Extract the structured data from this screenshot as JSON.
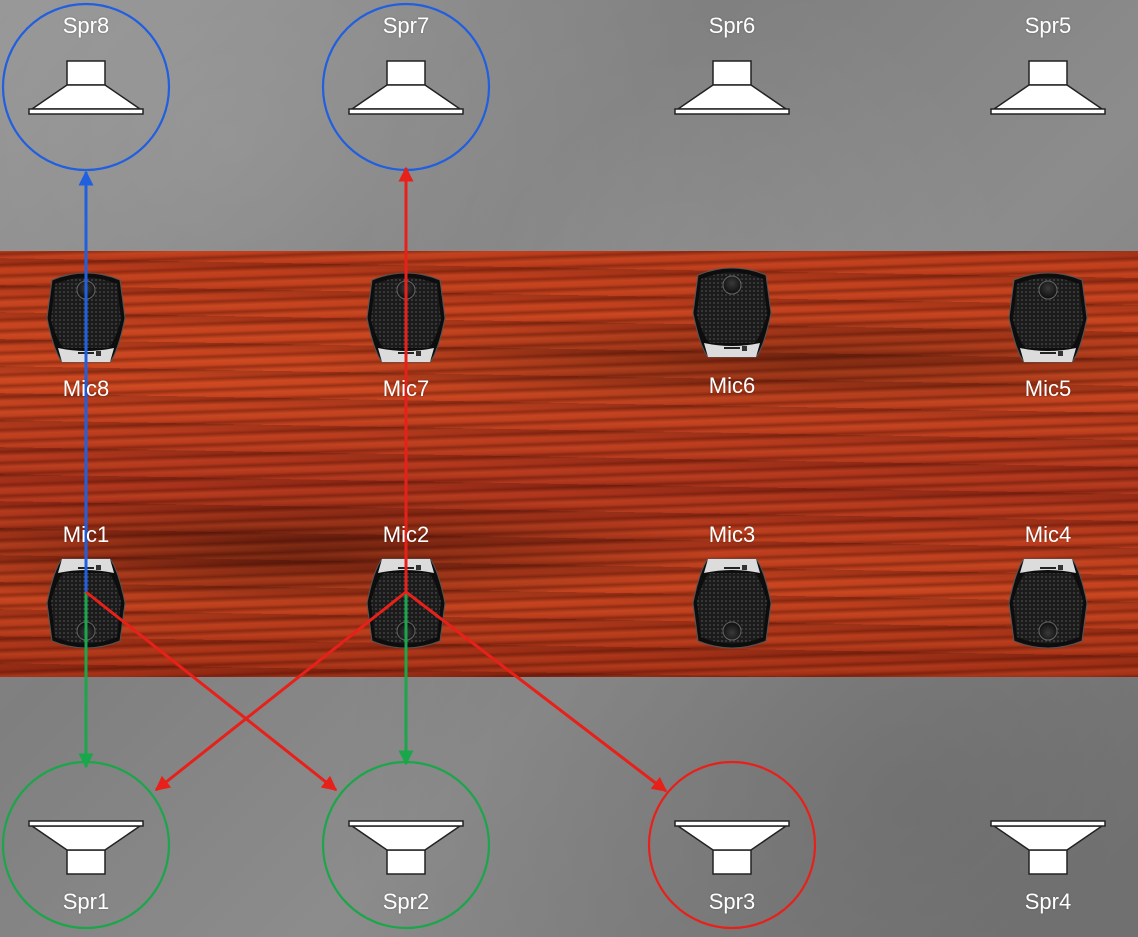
{
  "speakers": [
    {
      "id": "spr1",
      "label": "Spr1",
      "row": "bottom"
    },
    {
      "id": "spr2",
      "label": "Spr2",
      "row": "bottom"
    },
    {
      "id": "spr3",
      "label": "Spr3",
      "row": "bottom"
    },
    {
      "id": "spr4",
      "label": "Spr4",
      "row": "bottom"
    },
    {
      "id": "spr5",
      "label": "Spr5",
      "row": "top"
    },
    {
      "id": "spr6",
      "label": "Spr6",
      "row": "top"
    },
    {
      "id": "spr7",
      "label": "Spr7",
      "row": "top"
    },
    {
      "id": "spr8",
      "label": "Spr8",
      "row": "top"
    }
  ],
  "mics": [
    {
      "id": "mic1",
      "label": "Mic1"
    },
    {
      "id": "mic2",
      "label": "Mic2"
    },
    {
      "id": "mic3",
      "label": "Mic3"
    },
    {
      "id": "mic4",
      "label": "Mic4"
    },
    {
      "id": "mic5",
      "label": "Mic5"
    },
    {
      "id": "mic6",
      "label": "Mic6"
    },
    {
      "id": "mic7",
      "label": "Mic7"
    },
    {
      "id": "mic8",
      "label": "Mic8"
    }
  ],
  "highlight_colors": {
    "blue": "#1f5fe0",
    "red": "#e8201a",
    "green": "#1aa64a"
  },
  "highlighted_speakers": [
    {
      "speaker": "spr8",
      "color": "blue"
    },
    {
      "speaker": "spr7",
      "color": "blue"
    },
    {
      "speaker": "spr1",
      "color": "green"
    },
    {
      "speaker": "spr2",
      "color": "green"
    },
    {
      "speaker": "spr3",
      "color": "red"
    }
  ],
  "connections": [
    {
      "from": "mic1",
      "to": "spr8",
      "color": "blue"
    },
    {
      "from": "mic2",
      "to": "spr7",
      "color": "red"
    },
    {
      "from": "mic1",
      "to": "spr1",
      "color": "green"
    },
    {
      "from": "mic2",
      "to": "spr2",
      "color": "green"
    },
    {
      "from": "mic1",
      "to": "spr2",
      "color": "red"
    },
    {
      "from": "mic2",
      "to": "spr1",
      "color": "red"
    },
    {
      "from": "mic2",
      "to": "spr3",
      "color": "red"
    }
  ]
}
